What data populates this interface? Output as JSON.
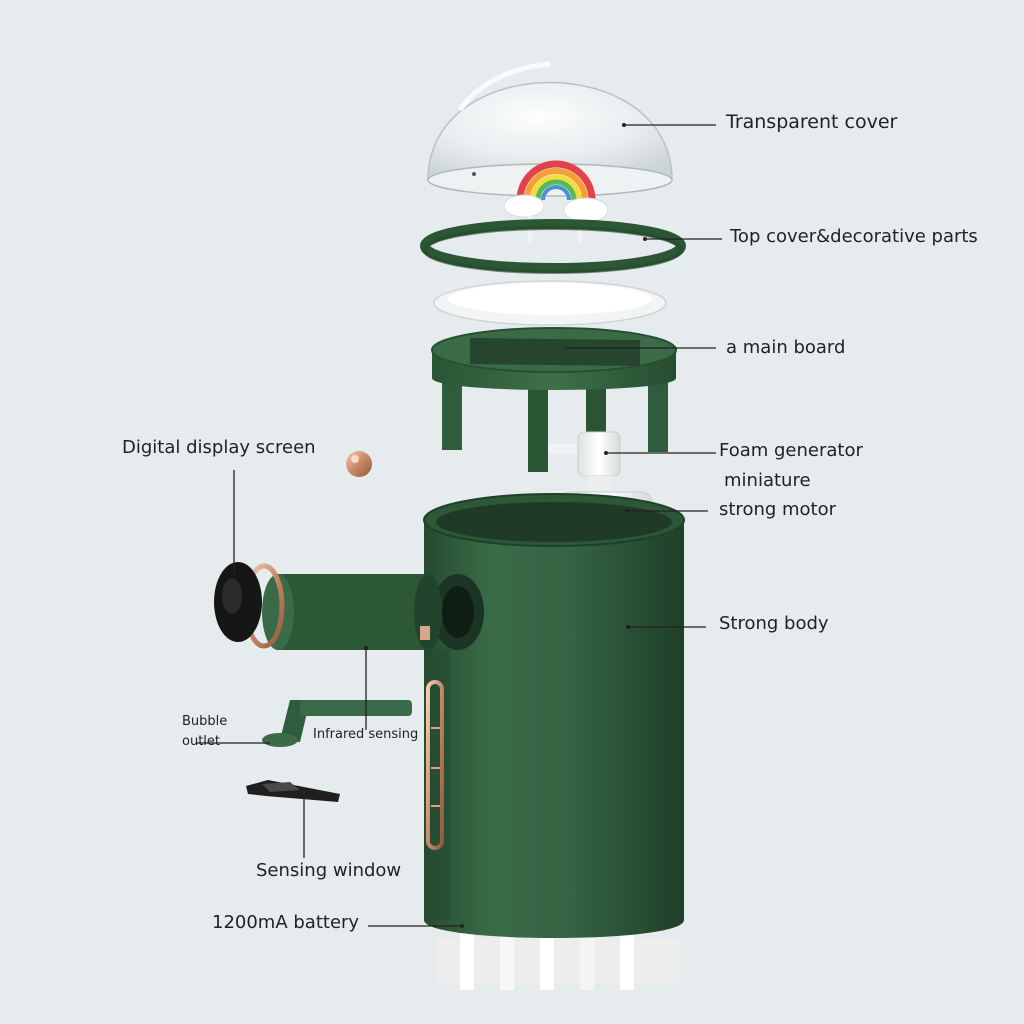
{
  "labels": {
    "transparent_cover": "Transparent cover",
    "top_cover": "Top cover&decorative parts",
    "main_board": "a main board",
    "foam_generator": "Foam generator",
    "miniature": "miniature",
    "strong_motor": "strong motor",
    "strong_body": "Strong body",
    "digital_display": "Digital display screen",
    "bubble": "Bubble",
    "outlet": "outlet",
    "infrared_sensing": "Infrared sensing",
    "sensing_window": "Sensing window",
    "battery": "1200mA battery"
  },
  "colors": {
    "body_green": "#2f5c3c",
    "background": "#e6eced",
    "rose_gold": "#d9a68a"
  }
}
